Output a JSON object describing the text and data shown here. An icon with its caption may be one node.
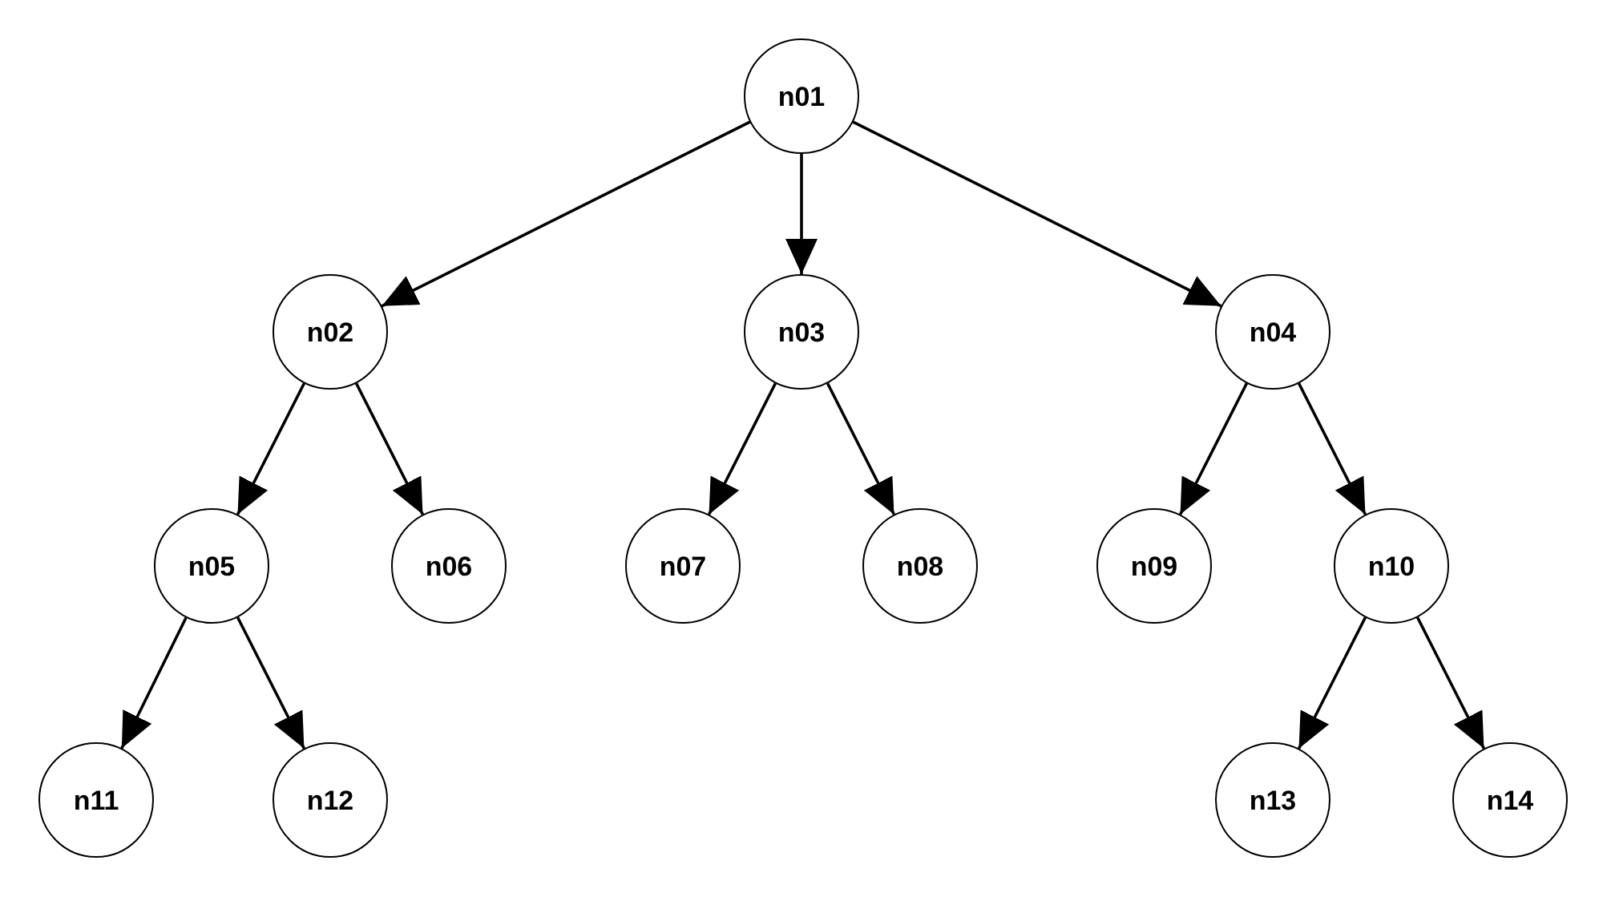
{
  "diagram": {
    "nodes": [
      {
        "text": [
          "n01"
        ]
      },
      {
        "text": [
          "n02"
        ]
      },
      {
        "text": [
          "n03"
        ]
      },
      {
        "text": [
          "n04"
        ]
      },
      {
        "text": [
          "n05"
        ]
      },
      {
        "text": [
          "n06"
        ]
      },
      {
        "text": [
          "n07"
        ]
      },
      {
        "text": [
          "n08"
        ]
      },
      {
        "text": [
          "n09"
        ]
      },
      {
        "text": [
          "n10"
        ]
      },
      {
        "text": [
          "n11"
        ]
      },
      {
        "text": [
          "n12"
        ]
      },
      {
        "text": [
          "n13"
        ]
      },
      {
        "text": [
          "n14"
        ]
      }
    ],
    "edges": [
      {
        "from": 0,
        "to": 1,
        "arrow": "to"
      },
      {
        "from": 0,
        "to": 2,
        "arrow": "to"
      },
      {
        "from": 0,
        "to": 3,
        "arrow": "to"
      },
      {
        "from": 1,
        "to": 4,
        "arrow": "to"
      },
      {
        "from": 1,
        "to": 5,
        "arrow": "to"
      },
      {
        "from": 2,
        "to": 6,
        "arrow": "to"
      },
      {
        "from": 2,
        "to": 7,
        "arrow": "to"
      },
      {
        "from": 3,
        "to": 8,
        "arrow": "to"
      },
      {
        "from": 3,
        "to": 9,
        "arrow": "to"
      },
      {
        "from": 4,
        "to": 10,
        "arrow": "to"
      },
      {
        "from": 4,
        "to": 11,
        "arrow": "to"
      },
      {
        "from": 9,
        "to": 12,
        "arrow": "to"
      },
      {
        "from": 9,
        "to": 13,
        "arrow": "to"
      }
    ]
  }
}
